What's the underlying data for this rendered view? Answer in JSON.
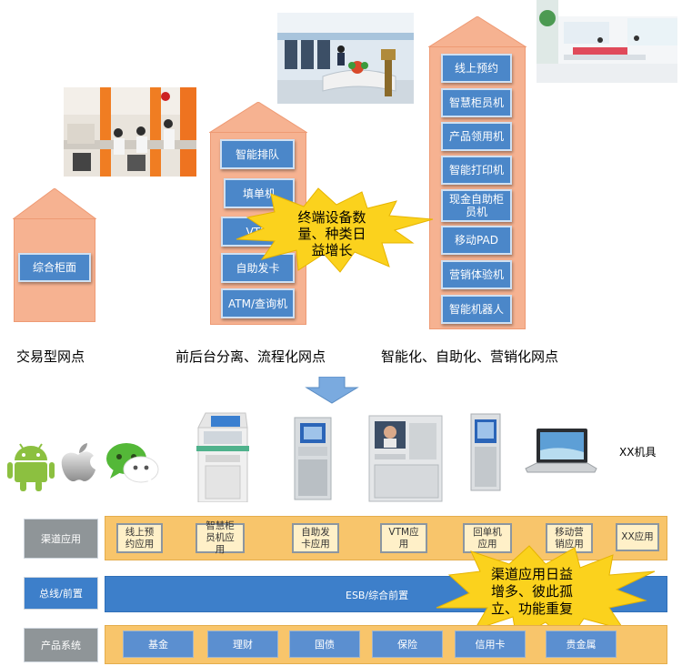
{
  "house1": {
    "buttons": [
      "综合柜面"
    ],
    "caption": "交易型网点"
  },
  "house2": {
    "buttons": [
      "智能排队",
      "填单机",
      "VTM",
      "自助发卡",
      "ATM/查询机"
    ],
    "caption": "前后台分离、流程化网点"
  },
  "house3": {
    "buttons": [
      "线上预约",
      "智慧柜员机",
      "产品领用机",
      "智能打印机",
      "现金自助柜员机",
      "移动PAD",
      "营销体验机",
      "智能机器人"
    ],
    "caption": "智能化、自助化、营销化网点"
  },
  "burst1": {
    "lines": [
      "终端设备数",
      "量、种类日",
      "益增长"
    ]
  },
  "burst2": {
    "lines": [
      "渠道应用日益",
      "增多、彼此孤",
      "立、功能重复"
    ]
  },
  "device_label": "XX机具",
  "rows": {
    "channel": {
      "label": "渠道应用",
      "items": [
        "线上预约应用",
        "智慧柜员机应用",
        "自助发卡应用",
        "VTM应用",
        "回单机应用",
        "移动营销应用",
        "XX应用"
      ]
    },
    "bus": {
      "label": "总线/前置",
      "bar": "ESB/综合前置"
    },
    "product": {
      "label": "产品系统",
      "items": [
        "基金",
        "理财",
        "国债",
        "保险",
        "信用卡",
        "贵金属"
      ]
    }
  },
  "colors": {
    "house_fill": "#f6b291",
    "button_blue": "#4b87c9",
    "band_orange": "#f8c56b",
    "bus_blue": "#3d7fca",
    "burst_yellow": "#fbd21d",
    "label_gray": "#8f9598"
  }
}
